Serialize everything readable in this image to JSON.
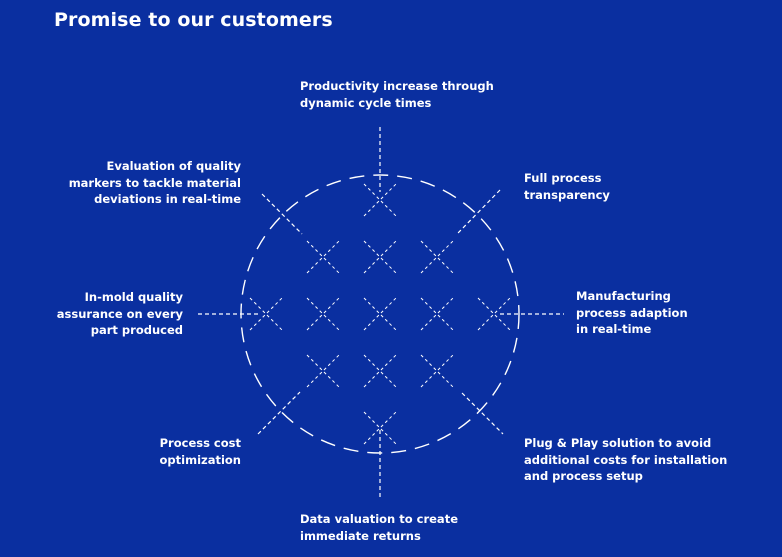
{
  "title": "Promise to our customers",
  "colors": {
    "background": "#0a2fa0",
    "foreground": "#ffffff"
  },
  "promises": [
    {
      "id": "top",
      "lines": [
        "Productivity increase through",
        "dynamic cycle times"
      ]
    },
    {
      "id": "top-right",
      "lines": [
        "Full process",
        "transparency"
      ]
    },
    {
      "id": "right",
      "lines": [
        "Manufacturing",
        "process adaption",
        "in real-time"
      ]
    },
    {
      "id": "bottom-right",
      "lines": [
        "Plug & Play solution to avoid",
        "additional costs for installation",
        "and process setup"
      ]
    },
    {
      "id": "bottom",
      "lines": [
        "Data valuation to create",
        "immediate returns"
      ]
    },
    {
      "id": "bottom-left",
      "lines": [
        "Process cost",
        "optimization"
      ]
    },
    {
      "id": "left",
      "lines": [
        "In-mold quality",
        "assurance on every",
        "part produced"
      ]
    },
    {
      "id": "top-left",
      "lines": [
        "Evaluation of quality",
        "markers to tackle material",
        "deviations in real-time"
      ]
    }
  ]
}
